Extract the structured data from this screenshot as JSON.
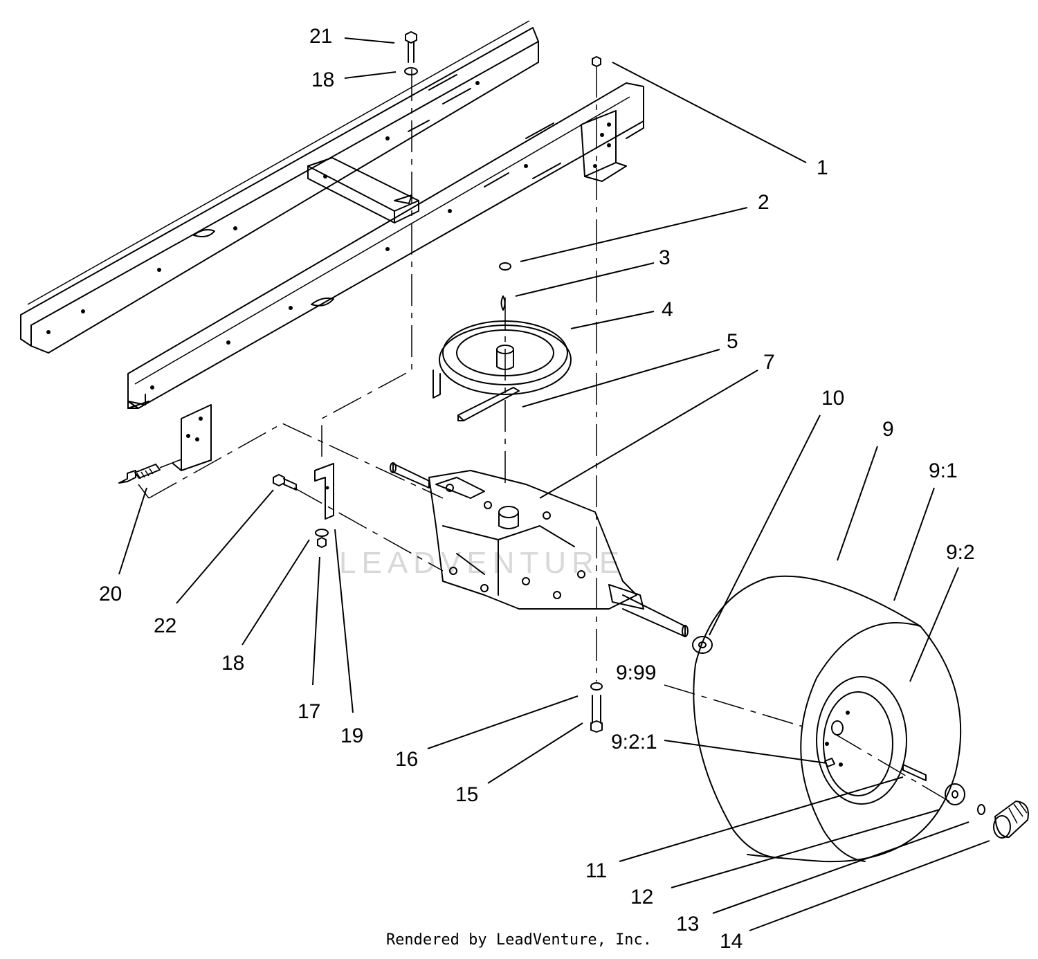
{
  "watermark": "LEADVENTURE",
  "credit": "Rendered by LeadVenture, Inc.",
  "callouts": [
    {
      "id": "21",
      "label": "21"
    },
    {
      "id": "18a",
      "label": "18"
    },
    {
      "id": "1",
      "label": "1"
    },
    {
      "id": "2",
      "label": "2"
    },
    {
      "id": "3",
      "label": "3"
    },
    {
      "id": "4",
      "label": "4"
    },
    {
      "id": "5",
      "label": "5"
    },
    {
      "id": "7",
      "label": "7"
    },
    {
      "id": "10",
      "label": "10"
    },
    {
      "id": "9",
      "label": "9"
    },
    {
      "id": "9_1",
      "label": "9:1"
    },
    {
      "id": "9_2",
      "label": "9:2"
    },
    {
      "id": "9_99",
      "label": "9:99"
    },
    {
      "id": "9_2_1",
      "label": "9:2:1"
    },
    {
      "id": "20",
      "label": "20"
    },
    {
      "id": "22",
      "label": "22"
    },
    {
      "id": "18b",
      "label": "18"
    },
    {
      "id": "17",
      "label": "17"
    },
    {
      "id": "19",
      "label": "19"
    },
    {
      "id": "16",
      "label": "16"
    },
    {
      "id": "15",
      "label": "15"
    },
    {
      "id": "11",
      "label": "11"
    },
    {
      "id": "12",
      "label": "12"
    },
    {
      "id": "13",
      "label": "13"
    },
    {
      "id": "14",
      "label": "14"
    }
  ]
}
